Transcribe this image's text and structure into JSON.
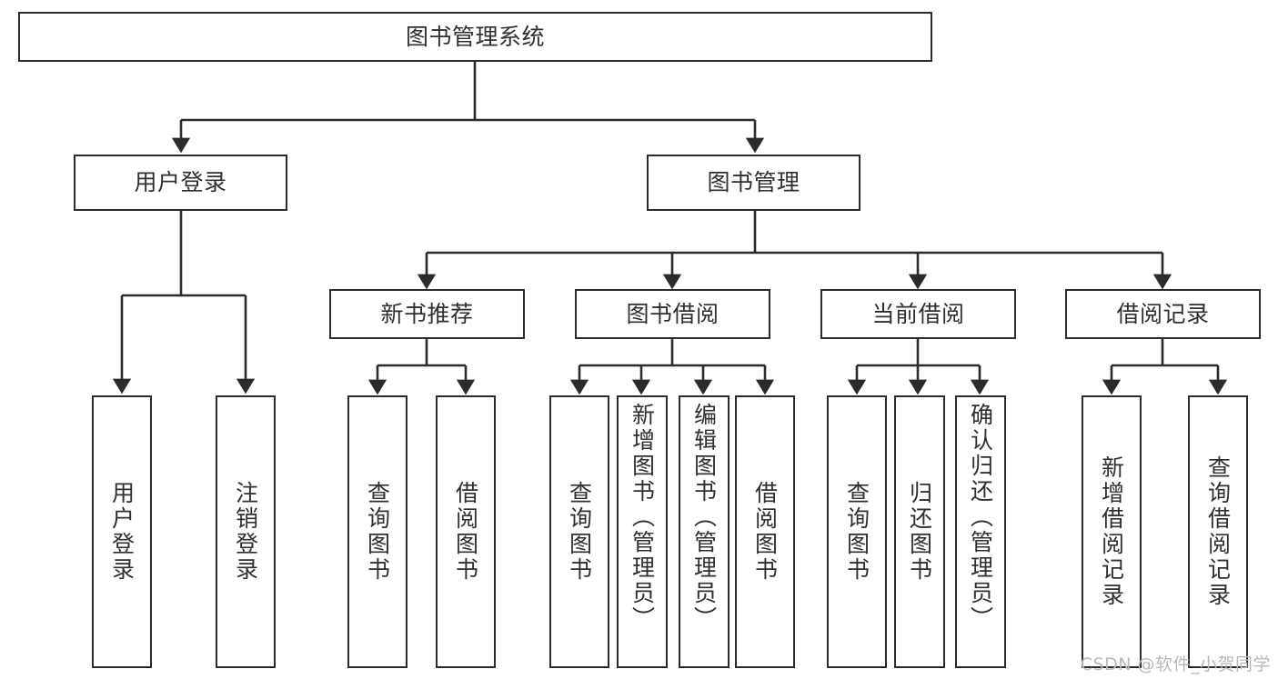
{
  "diagram": {
    "title": "图书管理系统",
    "type": "hierarchy-tree",
    "colors": {
      "box_border": "#2b2b2b",
      "box_fill": "#ffffff",
      "text": "#2f2f2f",
      "edge": "#2b2b2b",
      "watermark": "#b9b9b9",
      "background": "#ffffff"
    }
  },
  "nodes": {
    "root": {
      "label": "图书管理系统"
    },
    "level2": [
      {
        "label": "用户登录"
      },
      {
        "label": "图书管理"
      }
    ],
    "level3": [
      {
        "label": "新书推荐"
      },
      {
        "label": "图书借阅"
      },
      {
        "label": "当前借阅"
      },
      {
        "label": "借阅记录"
      }
    ],
    "leaves": {
      "user_login": [
        {
          "label": "用户登录"
        },
        {
          "label": "注销登录"
        }
      ],
      "new_book": [
        {
          "label": "查询图书"
        },
        {
          "label": "借阅图书"
        }
      ],
      "book_borrow": [
        {
          "label": "查询图书"
        },
        {
          "label": "新增图书（管理员）"
        },
        {
          "label": "编辑图书（管理员）"
        },
        {
          "label": "借阅图书"
        }
      ],
      "current_borrow": [
        {
          "label": "查询图书"
        },
        {
          "label": "归还图书"
        },
        {
          "label": "确认归还（管理员）"
        }
      ],
      "borrow_record": [
        {
          "label": "新增借阅记录"
        },
        {
          "label": "查询借阅记录"
        }
      ]
    }
  },
  "watermark": {
    "text": "CSDN @软件_小贺同学"
  }
}
